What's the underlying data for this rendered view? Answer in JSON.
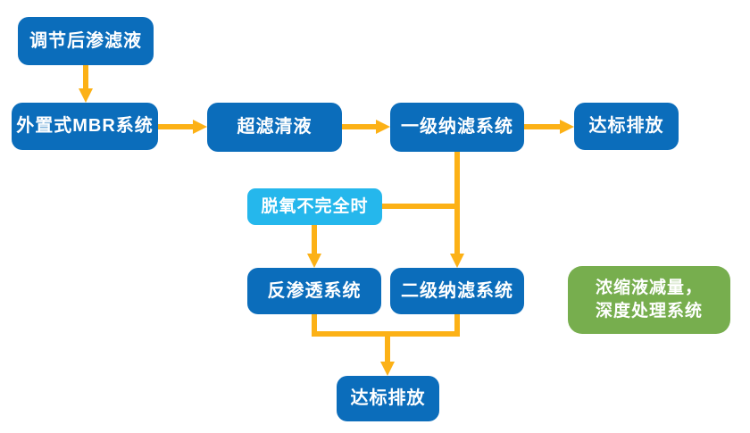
{
  "diagram": {
    "type": "flowchart",
    "background": "#ffffff",
    "nodes": [
      {
        "label": "调节后渗滤液",
        "style": "blue"
      },
      {
        "label": "外置式MBR系统",
        "style": "blue"
      },
      {
        "label": "超滤清液",
        "style": "blue"
      },
      {
        "label": "一级纳滤系统",
        "style": "blue"
      },
      {
        "label": "达标排放",
        "style": "blue"
      },
      {
        "label": "脱氧不完全时",
        "style": "cyan"
      },
      {
        "label": "反渗透系统",
        "style": "blue"
      },
      {
        "label": "二级纳滤系统",
        "style": "blue"
      },
      {
        "label": "浓缩液减量，深度处理系统",
        "lines": [
          "浓缩液减量，",
          "深度处理系统"
        ],
        "style": "green"
      },
      {
        "label": "达标排放",
        "style": "blue"
      }
    ],
    "edges": [
      {
        "from": "调节后渗滤液",
        "to": "外置式MBR系统"
      },
      {
        "from": "外置式MBR系统",
        "to": "超滤清液"
      },
      {
        "from": "超滤清液",
        "to": "一级纳滤系统"
      },
      {
        "from": "一级纳滤系统",
        "to": "达标排放"
      },
      {
        "from": "一级纳滤系统",
        "to": "二级纳滤系统"
      },
      {
        "from": "脱氧不完全时",
        "to": "二级纳滤系统"
      },
      {
        "from": "脱氧不完全时",
        "to": "反渗透系统"
      },
      {
        "from": "反渗透系统",
        "to": "达标排放"
      },
      {
        "from": "二级纳滤系统",
        "to": "达标排放"
      }
    ],
    "colors": {
      "node_blue": "#0b6dbb",
      "node_cyan": "#25b7ec",
      "node_green": "#77ae4e",
      "arrow": "#fcb116",
      "text": "#ffffff"
    }
  }
}
